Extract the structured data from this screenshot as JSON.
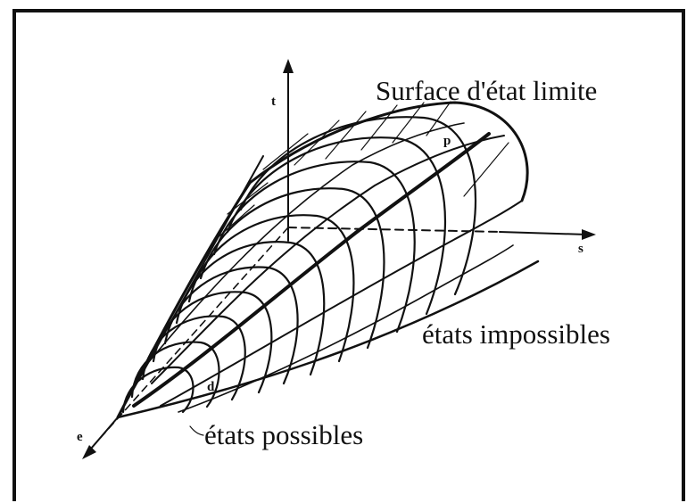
{
  "labels": {
    "surface": "Surface d'état limite",
    "impossible": "états impossibles",
    "possible": "états possibles",
    "axis_t": "t",
    "axis_s": "s",
    "axis_e": "e",
    "mark_p": "p",
    "mark_d": "d"
  },
  "colors": {
    "ink": "#111111",
    "background": "#ffffff"
  }
}
